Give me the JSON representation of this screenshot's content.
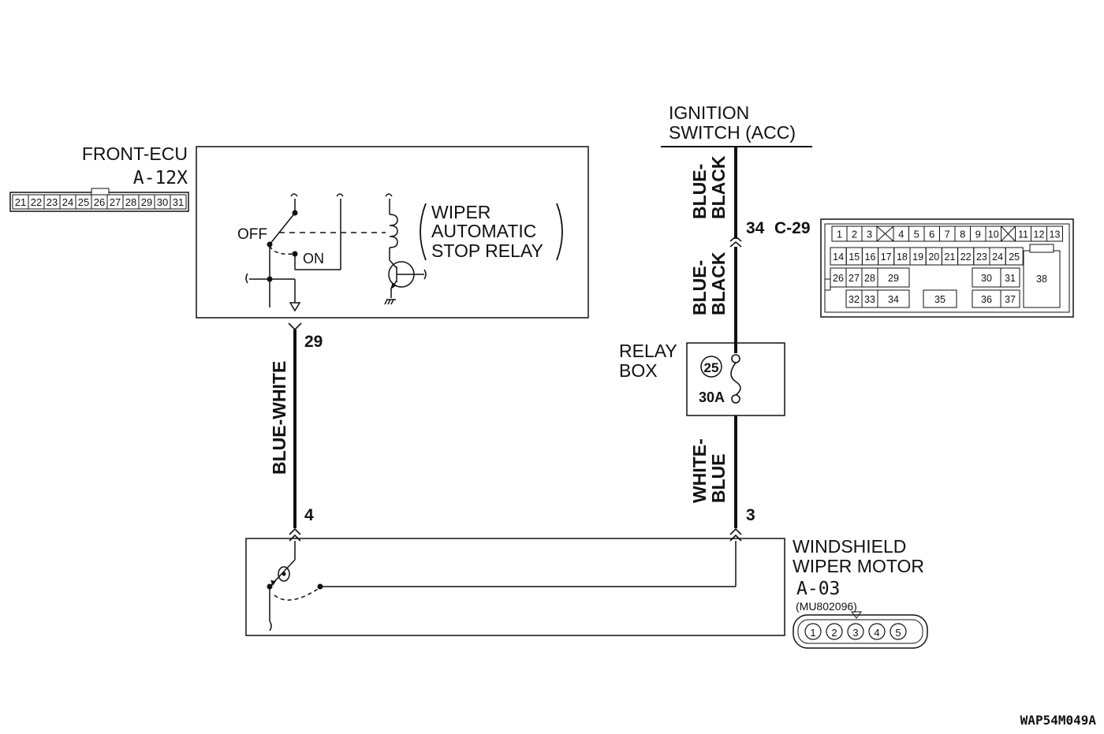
{
  "front_ecu": {
    "title": "FRONT-ECU",
    "connector_id": "A-12X",
    "pins": [
      "21",
      "22",
      "23",
      "24",
      "25",
      "26",
      "27",
      "28",
      "29",
      "30",
      "31"
    ]
  },
  "relay": {
    "label_line1": "WIPER",
    "label_line2": "AUTOMATIC",
    "label_line3": "STOP RELAY",
    "off_label": "OFF",
    "on_label": "ON"
  },
  "ignition": {
    "line1": "IGNITION",
    "line2": "SWITCH (ACC)"
  },
  "wires": {
    "blue_black_1a": "BLUE-",
    "blue_black_1b": "BLACK",
    "blue_black_2a": "BLUE-",
    "blue_black_2b": "BLACK",
    "white_blue_a": "WHITE-",
    "white_blue_b": "BLUE",
    "blue_white": "BLUE-WHITE"
  },
  "pins": {
    "ecu_out": "29",
    "c29_pin": "34",
    "c29_id": "C-29",
    "motor_left": "4",
    "motor_right": "3"
  },
  "relay_box": {
    "line1": "RELAY",
    "line2": "BOX",
    "fuse_number": "25",
    "fuse_rating": "30A"
  },
  "motor": {
    "line1": "WINDSHIELD",
    "line2": "WIPER MOTOR",
    "connector_id": "A-03",
    "part_number": "(MU802096)",
    "pins": [
      "1",
      "2",
      "3",
      "4",
      "5"
    ]
  },
  "c29_connector": {
    "row1": [
      "1",
      "2",
      "3",
      "4",
      "5",
      "6",
      "7",
      "8",
      "9",
      "10",
      "11",
      "12",
      "13"
    ],
    "row2": [
      "14",
      "15",
      "16",
      "17",
      "18",
      "19",
      "20",
      "21",
      "22",
      "23",
      "24",
      "25"
    ],
    "row3": [
      "26",
      "27",
      "28",
      "29",
      "30",
      "31"
    ],
    "row4": [
      "32",
      "33",
      "34",
      "35",
      "36",
      "37"
    ],
    "big": "38"
  },
  "footer_code": "WAP54M049A",
  "colors": {
    "line": "#111111",
    "background": "#ffffff"
  }
}
